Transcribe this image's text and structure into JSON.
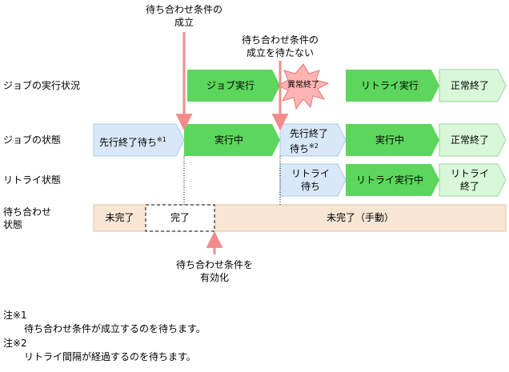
{
  "rows": {
    "job_exec_status": "ジョブの実行状況",
    "job_status": "ジョブの状態",
    "retry_status": "リトライ状態",
    "wait_cond_line1": "待ち合わせ",
    "wait_cond_line2": "状態"
  },
  "annotations": {
    "top_line1": "待ち合わせ条件の",
    "top_line2": "成立",
    "mid_line1": "待ち合わせ条件の",
    "mid_line2": "成立を待たない",
    "bottom_line1": "待ち合わせ条件を",
    "bottom_line2": "有効化"
  },
  "exec_row": {
    "job_exec": "ジョブ実行",
    "abnormal": "異常終了",
    "retry_exec": "リトライ実行",
    "normal_end": "正常終了"
  },
  "status_row": {
    "wait_end": "先行終了待ち",
    "wait_end_mark": "※1",
    "running1": "実行中",
    "wait_end2_line1": "先行終了",
    "wait_end2_line2": "待ち",
    "wait_end2_mark": "※2",
    "running2": "実行中",
    "normal_end": "正常終了"
  },
  "retry_row": {
    "retry_wait_line1": "リトライ",
    "retry_wait_line2": "待ち",
    "retry_running": "リトライ実行中",
    "retry_end_line1": "リトライ",
    "retry_end_line2": "終了"
  },
  "wait_row": {
    "incomplete": "未完了",
    "complete": "完了",
    "incomplete_manual": "未完了（手動）"
  },
  "notes": {
    "note1_label": "注※1",
    "note1_text": "待ち合わせ条件が成立するのを待ちます。",
    "note2_label": "注※2",
    "note2_text": "リトライ間隔が経過するのを待ちます。"
  },
  "colors": {
    "green": "#5cd65c",
    "light_green": "#d9f7d9",
    "light_blue": "#d8e8f8",
    "beige": "#f7e6d3",
    "pink_arrow": "#f28c8c",
    "starburst": "#ffb3b3"
  }
}
